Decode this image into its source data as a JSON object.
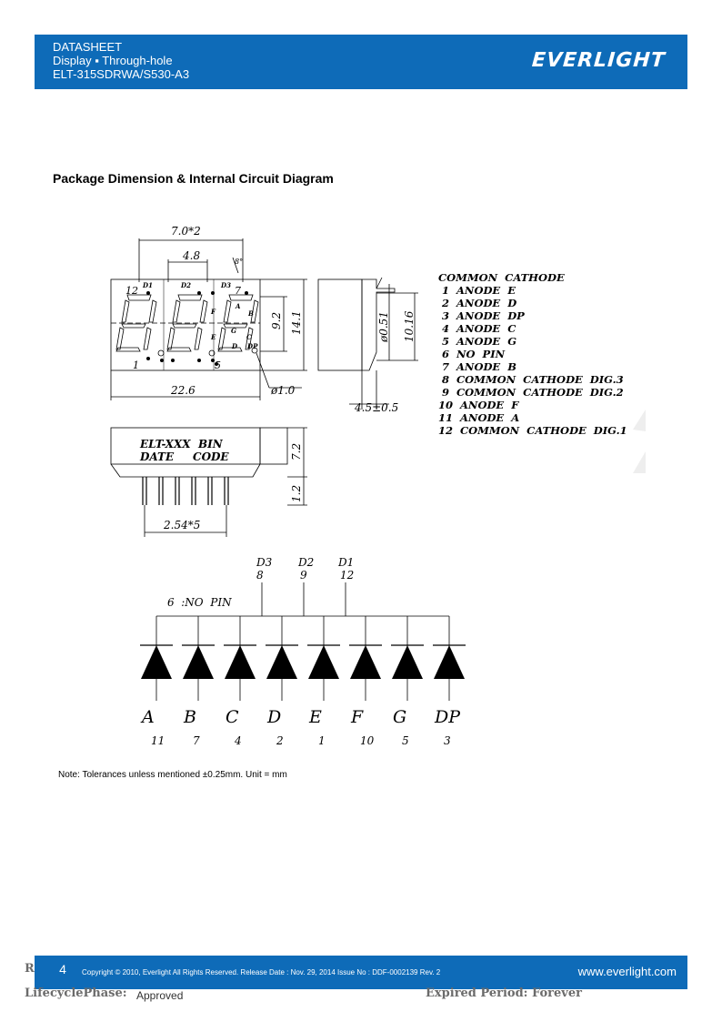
{
  "header": {
    "line1": "DATASHEET",
    "line2": "Display ▪ Through-hole",
    "line3": "ELT-315SDRWA/S530-A3",
    "logo": "EVERLIGHT"
  },
  "section_title": "Package Dimension & Internal Circuit Diagram",
  "dimensions": {
    "pitch_digit": "7.0*2",
    "digit_width": "4.8",
    "angle": "8°",
    "digit_height": "9.2",
    "total_height": "14.1",
    "total_width": "22.6",
    "dp_dia": "ø1.0",
    "pin_dia": "ø0.51",
    "side_height": "10.16",
    "depth": "4.5±0.5",
    "bottom_height": "7.2",
    "pin_len": "1.2",
    "pin_pitch": "2.54*5",
    "label1": "ELT-XXX  BIN",
    "label2": "DATE     CODE",
    "pin12": "12",
    "pin7": "7",
    "pin1": "1",
    "pin5": "5",
    "d1": "D1",
    "d2": "D2",
    "d3": "D3",
    "seg_a": "A",
    "seg_b": "B",
    "seg_c": "C",
    "seg_d": "D",
    "seg_e": "E",
    "seg_f": "F",
    "seg_g": "G",
    "seg_dp": "DP"
  },
  "legend": {
    "title": "COMMON  CATHODE",
    "items": [
      " 1  ANODE  E",
      " 2  ANODE  D",
      " 3  ANODE  DP",
      " 4  ANODE  C",
      " 5  ANODE  G",
      " 6  NO  PIN",
      " 7  ANODE  B",
      " 8  COMMON  CATHODE  DIG.3",
      " 9  COMMON  CATHODE  DIG.2",
      "10  ANODE  F",
      "11  ANODE  A",
      "12  COMMON  CATHODE  DIG.1"
    ]
  },
  "circuit": {
    "no_pin": "6  :NO  PIN",
    "commons": [
      {
        "name": "D3",
        "pin": "8"
      },
      {
        "name": "D2",
        "pin": "9"
      },
      {
        "name": "D1",
        "pin": "12"
      }
    ],
    "diodes": [
      {
        "seg": "A",
        "pin": "11"
      },
      {
        "seg": "B",
        "pin": "7"
      },
      {
        "seg": "C",
        "pin": "4"
      },
      {
        "seg": "D",
        "pin": "2"
      },
      {
        "seg": "E",
        "pin": "1"
      },
      {
        "seg": "F",
        "pin": "10"
      },
      {
        "seg": "G",
        "pin": "5"
      },
      {
        "seg": "DP",
        "pin": "3"
      }
    ]
  },
  "note": "Note: Tolerances unless mentioned ±0.25mm. Unit = mm",
  "footer": {
    "page": "4",
    "copyright": "Copyright © 2010, Everlight All Rights Reserved. Release Date : Nov. 29, 2014 Issue No : DDF-0002139 Rev. 2",
    "website": "www.everlight.com",
    "r_letter": "R",
    "lifecycle": "LifecyclePhase:",
    "approved": "Approved",
    "expired": "Expired Period: Forever"
  }
}
